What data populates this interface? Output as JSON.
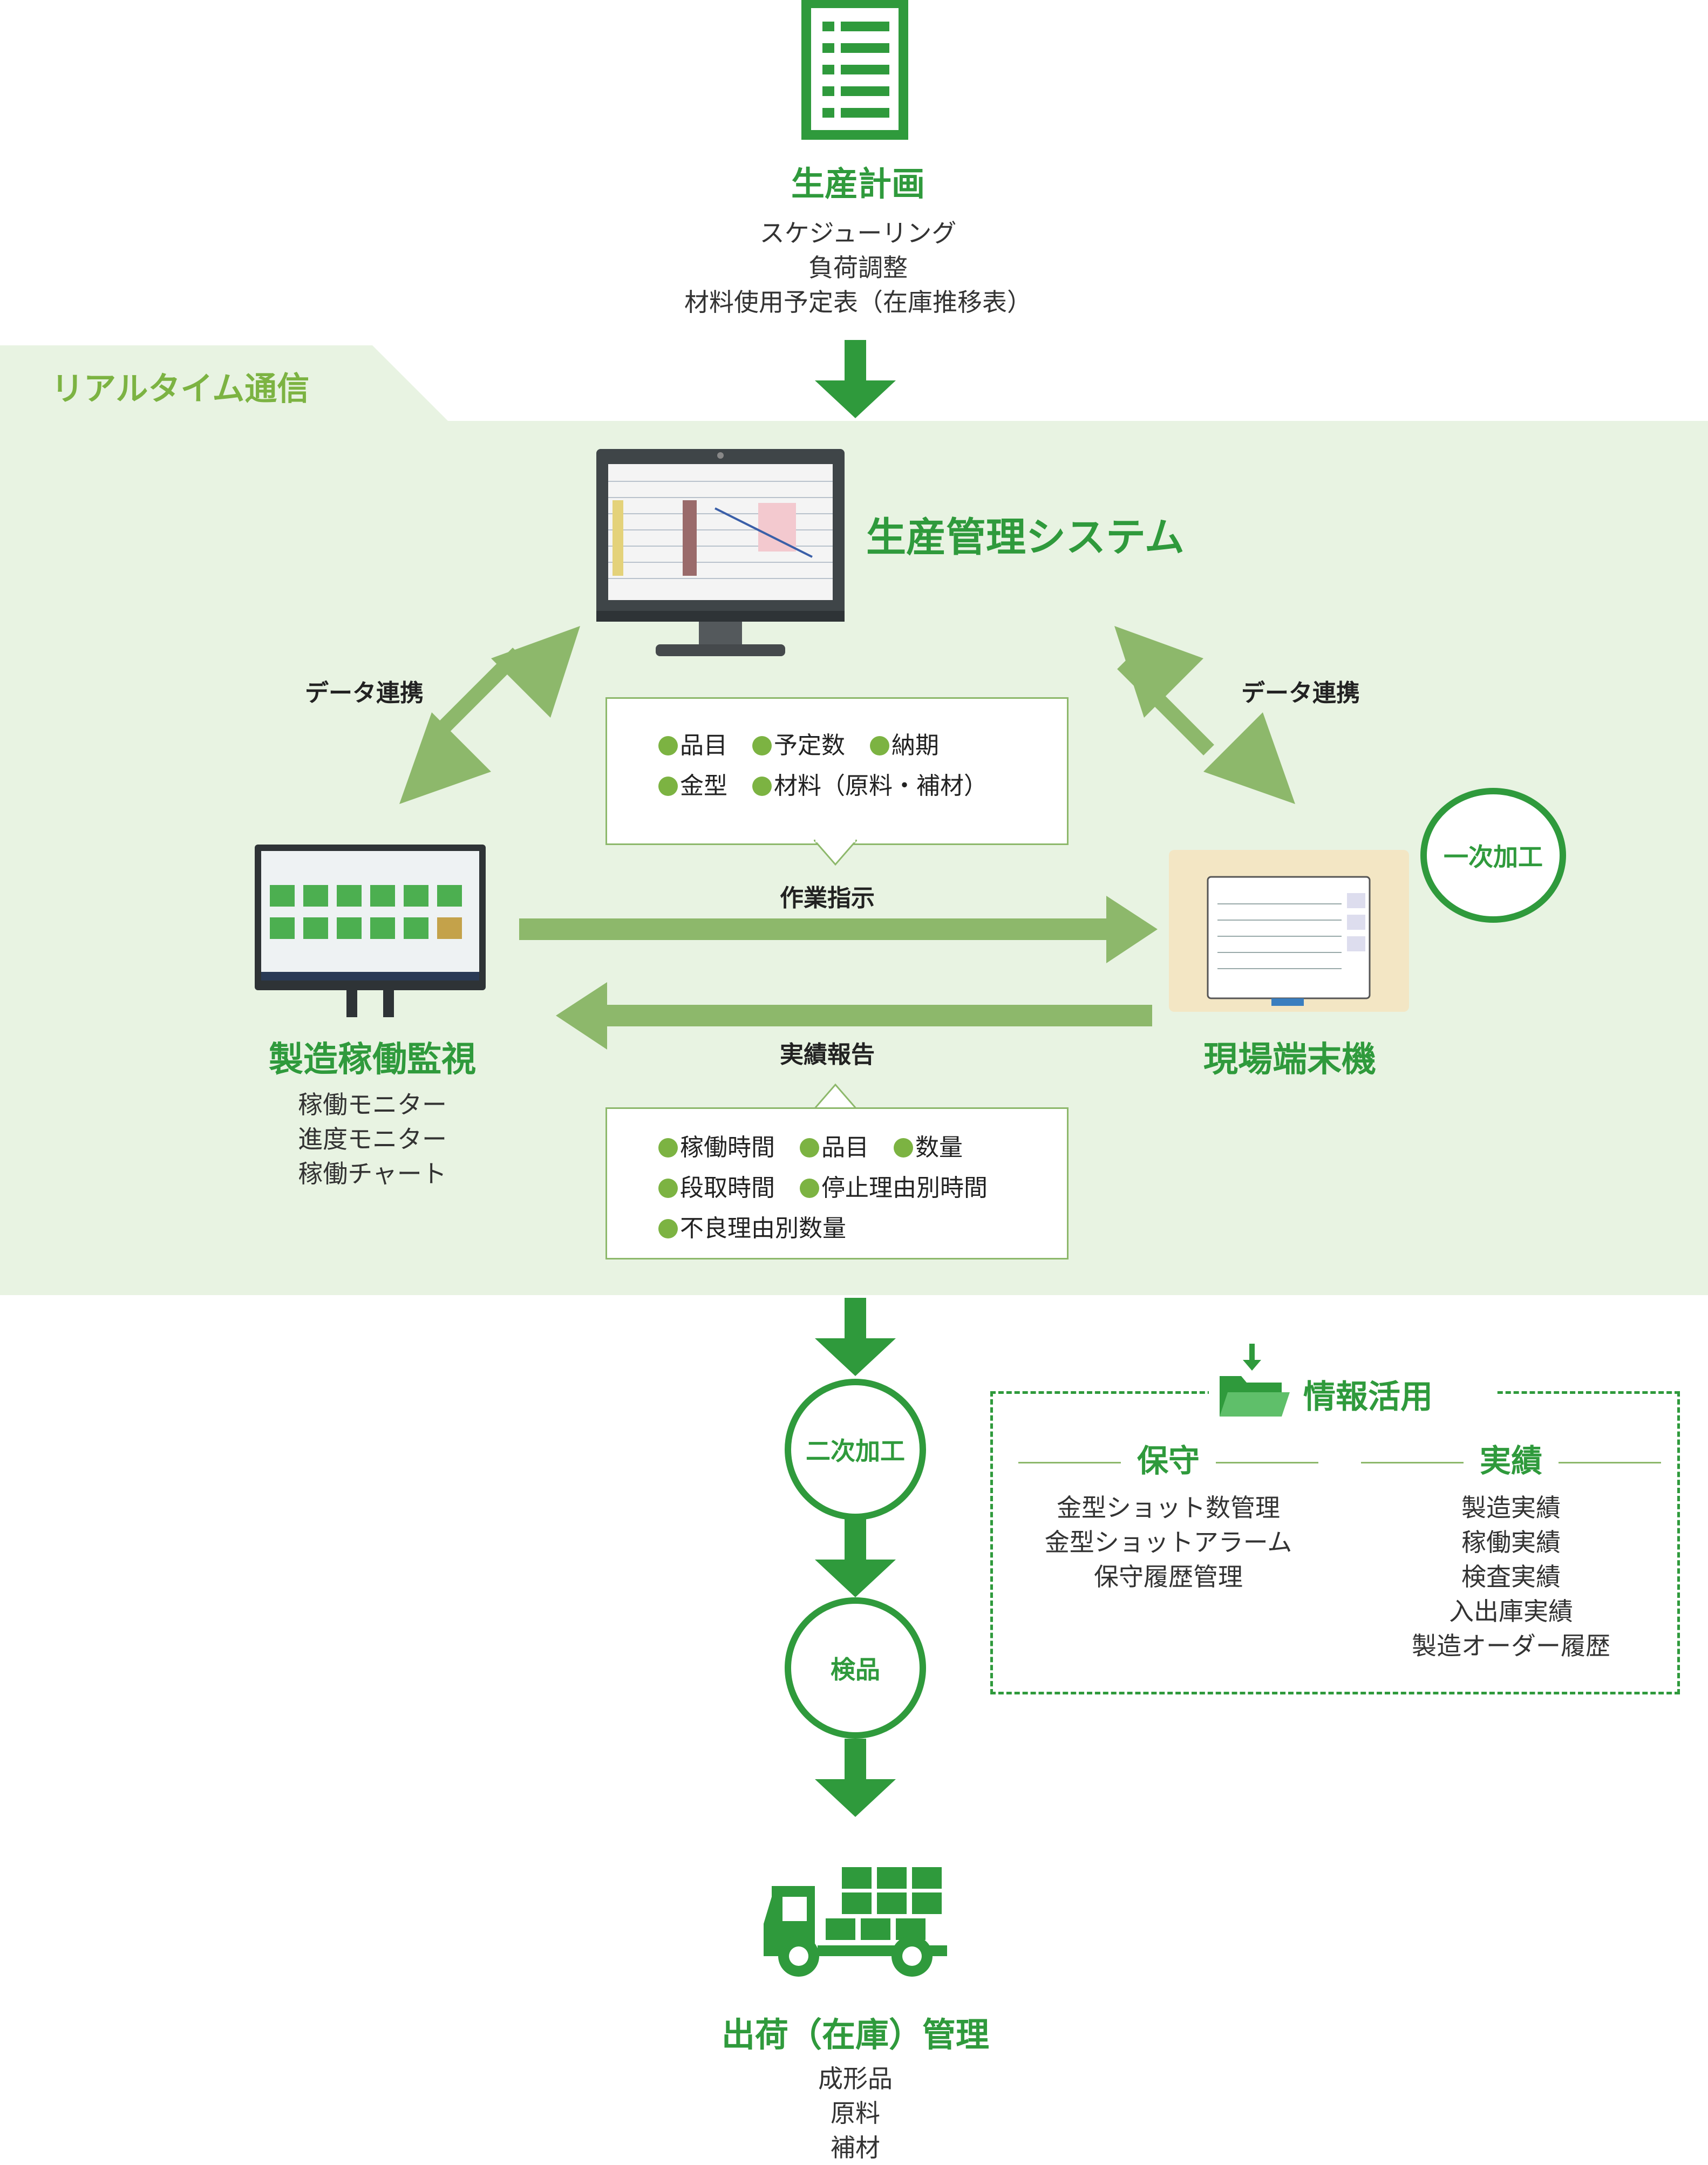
{
  "top": {
    "title": "生産計画",
    "lines": [
      "スケジューリング",
      "負荷調整",
      "材料使用予定表（在庫推移表）"
    ]
  },
  "realtime_label": "リアルタイム通信",
  "center": {
    "title": "生産管理システム"
  },
  "link_left": "データ連携",
  "link_right": "データ連携",
  "instruction_bubble": {
    "row1": [
      "品目",
      "予定数",
      "納期"
    ],
    "row2": [
      "金型",
      "材料（原料・補材）"
    ]
  },
  "work_instruction": "作業指示",
  "result_report": "実績報告",
  "report_bubble": {
    "row1": [
      "稼働時間",
      "品目",
      "数量"
    ],
    "row2": [
      "段取時間",
      "停止理由別時間"
    ],
    "row3": [
      "不良理由別数量"
    ]
  },
  "left_node": {
    "title": "製造稼働監視",
    "lines": [
      "稼働モニター",
      "進度モニター",
      "稼働チャート"
    ]
  },
  "right_node": {
    "title": "現場端末機"
  },
  "primary_process": "一次加工",
  "secondary_process": "二次加工",
  "inspection": "検品",
  "info": {
    "title": "情報活用",
    "maintenance": {
      "heading": "保守",
      "items": [
        "金型ショット数管理",
        "金型ショットアラーム",
        "保守履歴管理"
      ]
    },
    "results": {
      "heading": "実績",
      "items": [
        "製造実績",
        "稼働実績",
        "検査実績",
        "入出庫実績",
        "製造オーダー履歴"
      ]
    }
  },
  "shipping": {
    "title": "出荷（在庫）管理",
    "lines": [
      "成形品",
      "原料",
      "補材"
    ]
  },
  "colors": {
    "green_dark": "#2f9a3c",
    "green_light": "#8db86b",
    "bg_band": "#e8f3e2"
  }
}
